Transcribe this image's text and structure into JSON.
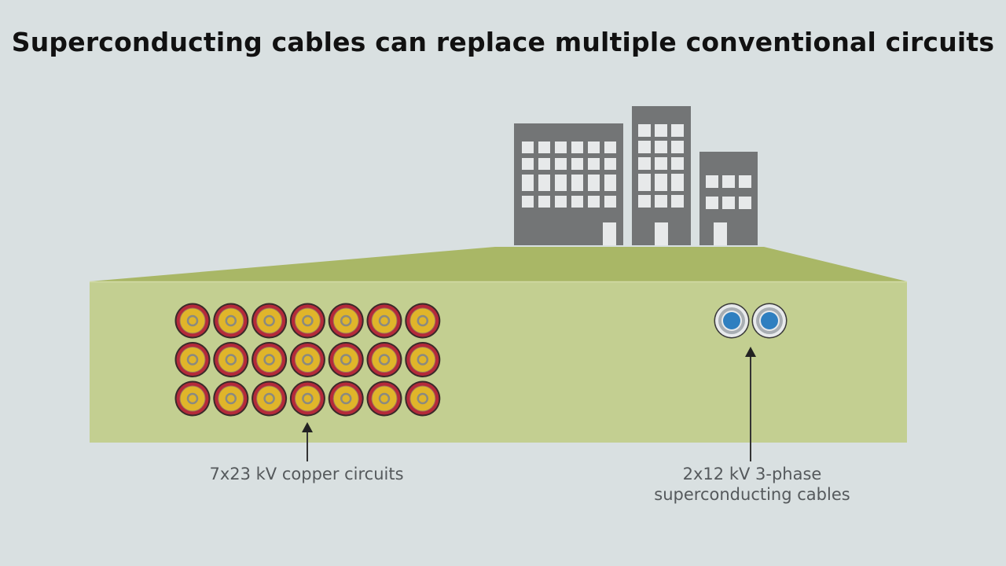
{
  "title": "Superconducting cables can replace multiple conventional circuits",
  "copper": {
    "label": "7x23 kV copper circuits",
    "rows": 3,
    "cols": 7,
    "colors": {
      "outer": "#3a2a2a",
      "jacket": "#b52a3a",
      "insulation": "#e0b52a",
      "core": "#8a8a80"
    }
  },
  "superconducting": {
    "label_line1": "2x12 kV 3-phase",
    "label_line2": "superconducting cables",
    "count": 2,
    "colors": {
      "outer": "#3a3a3a",
      "ring": "#e8eaec",
      "mid": "#a8aeb3",
      "core": "#2f7fc0"
    }
  },
  "buildings": [
    {
      "name": "building-left",
      "window_cols": 6,
      "window_rows": 4
    },
    {
      "name": "building-center",
      "window_cols": 3,
      "window_rows": 5
    },
    {
      "name": "building-right",
      "window_cols": 3,
      "window_rows": 2
    }
  ],
  "colors": {
    "background": "#d9e0e1",
    "ground_top": "#a9b766",
    "ground_front": "#c3cf91",
    "building": "#737576",
    "window": "#e7e9ea"
  }
}
